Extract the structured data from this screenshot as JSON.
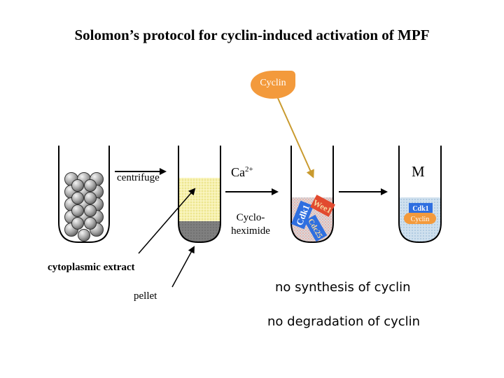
{
  "title": "Solomon’s protocol for cyclin-induced activation of MPF",
  "labels": {
    "cyclin": "Cyclin",
    "centrifuge": "centrifuge",
    "ca_base": "Ca",
    "ca_sup": "2+",
    "cyclo_line1": "Cyclo-",
    "cyclo_line2": "heximide",
    "m_phase": "M",
    "cytoplasmic_extract": "cytoplasmic extract",
    "pellet": "pellet",
    "cdk1_tube4": "Cdk1",
    "wee1": "Wee1",
    "cdc25": "Cdc25",
    "cdk1_tube5": "Cdk1",
    "cyclin_tube5": "Cyclin"
  },
  "notes": {
    "no_synthesis": "no synthesis of cyclin",
    "no_degradation": "no degradation of cyclin"
  },
  "colors": {
    "cyclin": "#f39a3c",
    "extract": "#f3ef9e",
    "pellet": "#7f7f7f",
    "tube4_fill": "#e4c7c4",
    "tube5_fill": "#bcd6ea",
    "cdk1": "#2f6fe0",
    "wee1": "#e24a2f",
    "cdc25": "#2f6fe0",
    "arrow_cyclin": "#c99a2e"
  }
}
